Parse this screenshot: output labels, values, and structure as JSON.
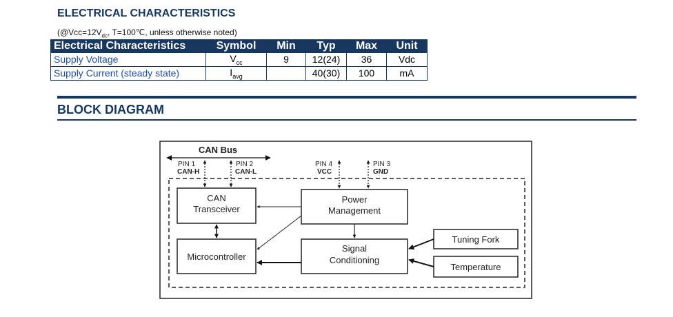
{
  "electrical": {
    "title": "ELECTRICAL CHARACTERISTICS",
    "conditions": {
      "prefix": "(@Vcc=12V",
      "sub": "dc",
      "suffix": ", T=100℃, unless otherwise noted)"
    },
    "table": {
      "headers": [
        "Electrical Characteristics",
        "Symbol",
        "Min",
        "Typ",
        "Max",
        "Unit"
      ],
      "rows": [
        {
          "param": "Supply Voltage",
          "symbol_main": "V",
          "symbol_sub": "cc",
          "min": "9",
          "typ": "12(24)",
          "max": "36",
          "unit": "Vdc"
        },
        {
          "param": "Supply Current (steady state)",
          "symbol_main": "I",
          "symbol_sub": "avg",
          "min": "",
          "typ": "40(30)",
          "max": "100",
          "unit": "mA"
        }
      ]
    }
  },
  "block_diagram": {
    "title": "BLOCK DIAGRAM",
    "can_bus": "CAN Bus",
    "pin1": "PIN 1",
    "pin1_name": "CAN-H",
    "pin2": "PIN 2",
    "pin2_name": "CAN-L",
    "pin4": "PIN 4",
    "pin4_name": "VCC",
    "pin3": "PIN 3",
    "pin3_name": "GND",
    "can_transceiver": [
      "CAN",
      "Transceiver"
    ],
    "power_management": [
      "Power",
      "Management"
    ],
    "microcontroller": "Microcontroller",
    "signal_conditioning": [
      "Signal",
      "Conditioning"
    ],
    "tuning_fork": "Tuning Fork",
    "temperature": "Temperature"
  },
  "colors": {
    "accent": "#17375e",
    "param_text": "#1f4fa0"
  }
}
